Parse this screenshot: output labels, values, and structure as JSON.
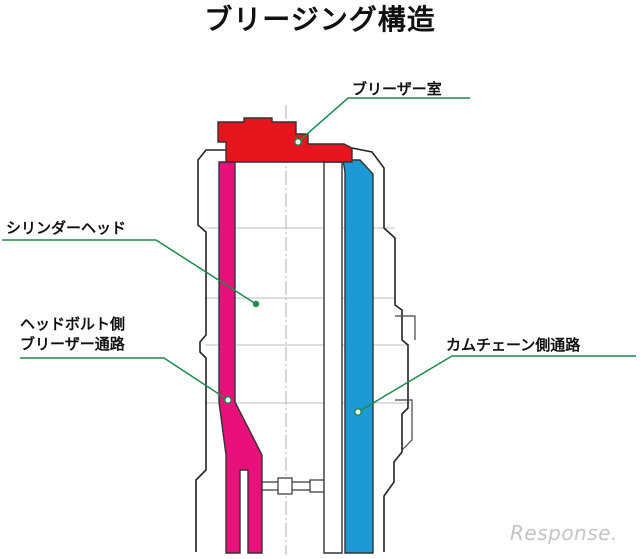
{
  "title": "ブリージング構造",
  "labels": {
    "breather_chamber": "ブリーザー室",
    "cylinder_head": "シリンダーヘッド",
    "headbolt_line1": "ヘッドボルト側",
    "headbolt_line2": "ブリーザー通路",
    "camchain": "カムチェーン側通路"
  },
  "watermark": "Response.",
  "colors": {
    "breather_chamber": "#e8141e",
    "headbolt_passage": "#e8107a",
    "camchain_passage": "#1b9ad6",
    "leader": "#1d8a4e"
  }
}
